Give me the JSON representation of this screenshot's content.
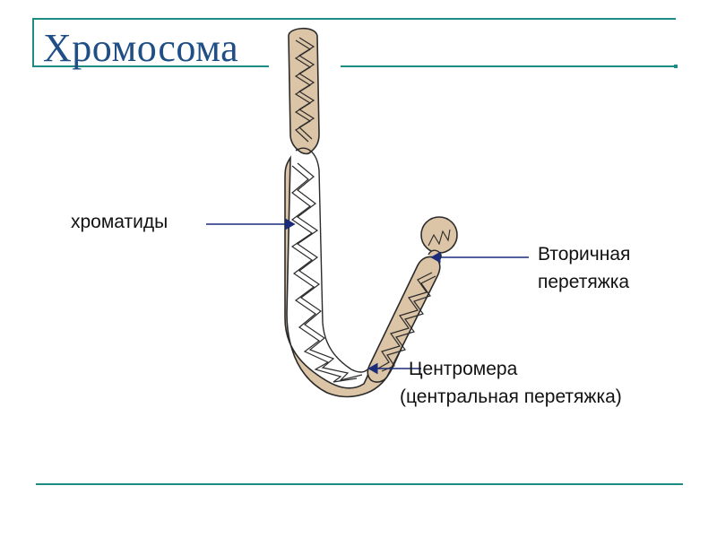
{
  "slide": {
    "title": "Хромосома"
  },
  "labels": {
    "chromatids": "хроматиды",
    "secondary_line1": "Вторичная",
    "secondary_line2": "перетяжка",
    "centromere_line1": "Центромера",
    "centromere_line2": "(центральная перетяжка)"
  },
  "colors": {
    "rule": "#1e8c84",
    "title": "#1f4f86",
    "chromosome_fill": "#dcc4a6",
    "chromosome_outline": "#2b2b2b",
    "pointer_line": "#1a2c7a"
  },
  "icons": {
    "chromosome": "chromosome-illustration"
  }
}
